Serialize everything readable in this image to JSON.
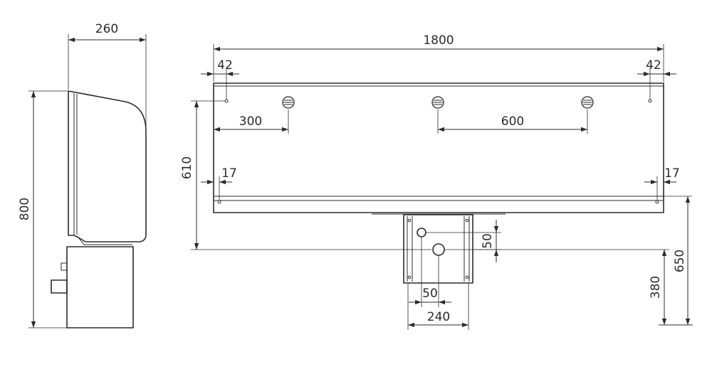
{
  "dimensions": {
    "side_depth": "260",
    "side_height": "800",
    "total_width": "1800",
    "edge_left": "42",
    "edge_right": "42",
    "hole_offset": "300",
    "hole_spacing": "600",
    "mount_height": "610",
    "lip_left": "17",
    "lip_right": "17",
    "outlet_vertical": "50",
    "outlet_horizontal": "50",
    "bracket_width": "240",
    "height_380": "380",
    "height_650": "650"
  }
}
